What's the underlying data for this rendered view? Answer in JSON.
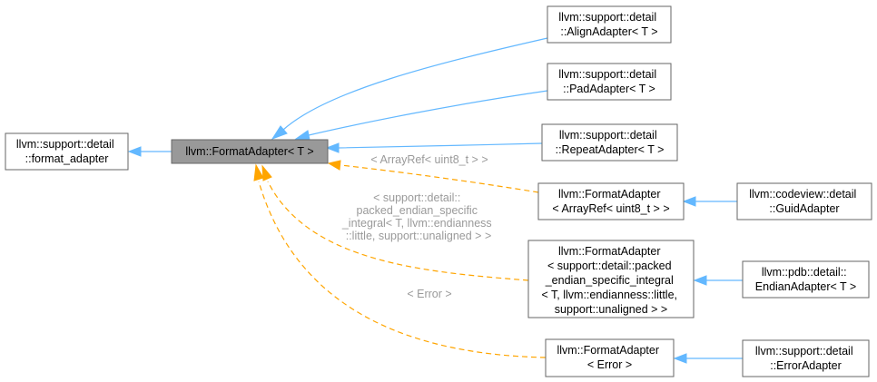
{
  "nodes": {
    "format_adapter": [
      "llvm::support::detail",
      "::format_adapter"
    ],
    "format_adapter_t": [
      "llvm::FormatAdapter< T >"
    ],
    "align_adapter": [
      "llvm::support::detail",
      "::AlignAdapter< T >"
    ],
    "pad_adapter": [
      "llvm::support::detail",
      "::PadAdapter< T >"
    ],
    "repeat_adapter": [
      "llvm::support::detail",
      "::RepeatAdapter< T >"
    ],
    "fa_arrayref": [
      "llvm::FormatAdapter",
      "< ArrayRef< uint8_t > >"
    ],
    "fa_packed": [
      "llvm::FormatAdapter",
      "< support::detail::packed",
      "_endian_specific_integral",
      "< T, llvm::endianness::little,",
      "support::unaligned > >"
    ],
    "fa_error": [
      "llvm::FormatAdapter",
      "< Error >"
    ],
    "guid_adapter": [
      "llvm::codeview::detail",
      "::GuidAdapter"
    ],
    "endian_adapter": [
      "llvm::pdb::detail::",
      "EndianAdapter< T >"
    ],
    "error_adapter": [
      "llvm::support::detail",
      "::ErrorAdapter"
    ]
  },
  "edge_labels": {
    "arrayref": [
      "< ArrayRef< uint8_t > >"
    ],
    "packed": [
      "< support::detail::",
      "packed_endian_specific",
      "_integral< T, llvm::endianness",
      "::little, support::unaligned > >"
    ],
    "error": [
      "< Error >"
    ]
  },
  "colors": {
    "inheritance_edge": "#63b8ff",
    "template_edge": "#ffa500",
    "edge_label": "#9a9a9a",
    "focus_node_fill": "#999999",
    "node_border": "#666666"
  }
}
